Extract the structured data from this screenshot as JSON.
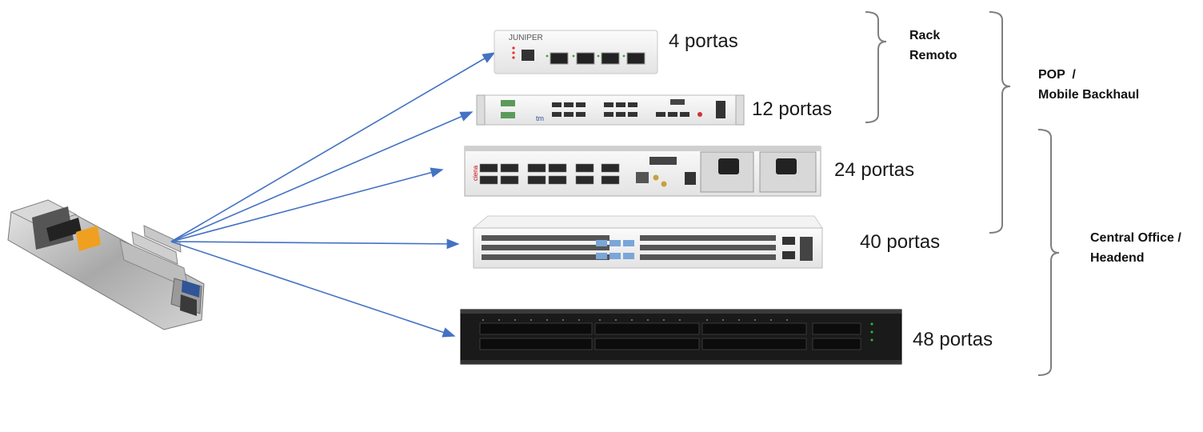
{
  "devices": [
    {
      "id": "juniper",
      "brand": "JUNIPER",
      "ports_label": "4 portas"
    },
    {
      "id": "tm",
      "brand": "tm",
      "ports_label": "12 portas"
    },
    {
      "id": "ciena",
      "brand": "ciena",
      "ports_label": "24 portas"
    },
    {
      "id": "white-switch",
      "brand": "",
      "ports_label": "40 portas"
    },
    {
      "id": "black-switch",
      "brand": "",
      "ports_label": "48 portas"
    }
  ],
  "groups": {
    "rack_remoto": {
      "line1": "Rack",
      "line2": "Remoto"
    },
    "pop": {
      "line1": "POP  /",
      "line2": "Mobile Backhaul"
    },
    "central_office": {
      "line1": "Central Office /",
      "line2": "Headend"
    }
  },
  "colors": {
    "arrow": "#4472c4",
    "bracket": "#7f7f7f",
    "transceiver_accent": "#f0a020"
  },
  "icons": [
    "sfp-transceiver-icon"
  ]
}
